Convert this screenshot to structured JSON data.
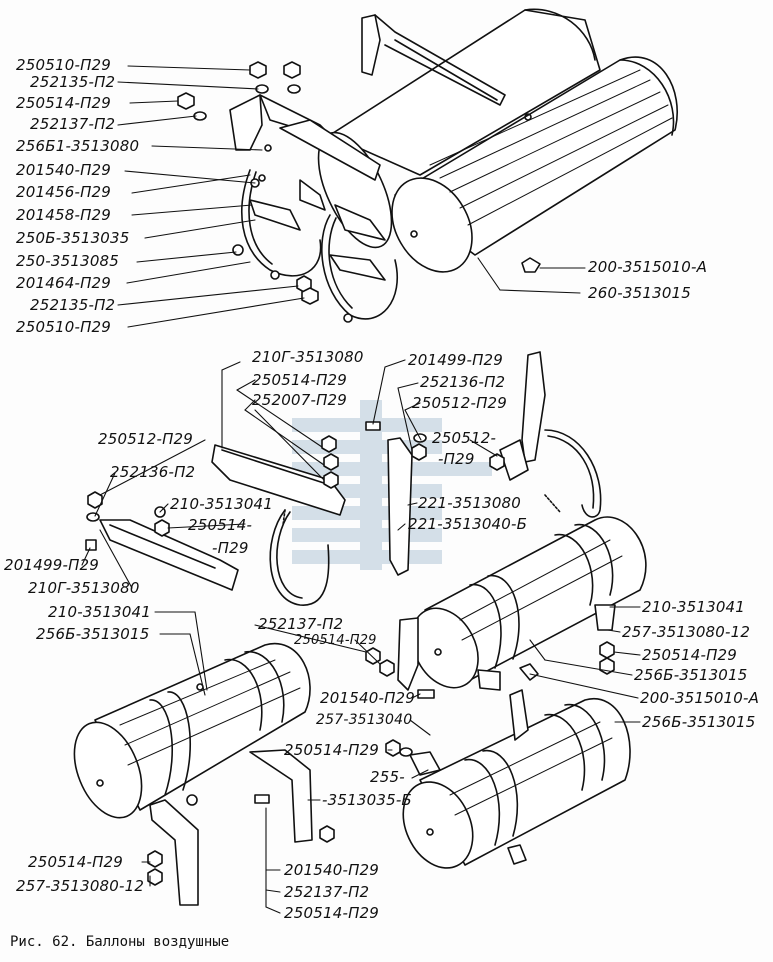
{
  "caption": "Рис. 62. Баллоны воздушные",
  "labels": {
    "l01": "250510-П29",
    "l02": "252135-П2",
    "l03": "250514-П29",
    "l04": "252137-П2",
    "l05": "256Б1-3513080",
    "l06": "201540-П29",
    "l07": "201456-П29",
    "l08": "201458-П29",
    "l09": "250Б-3513035",
    "l10": "250-3513085",
    "l11": "201464-П29",
    "l12": "252135-П2",
    "l13": "250510-П29",
    "l14": "200-3515010-А",
    "l15": "260-3513015",
    "l16": "210Г-3513080",
    "l17": "250514-П29",
    "l18": "252007-П29",
    "l19": "201499-П29",
    "l20": "252136-П2",
    "l21": "250512-П29",
    "l22": "250512-",
    "l23": "-П29",
    "l24": "250512-П29",
    "l25": "252136-П2",
    "l26": "210-3513041",
    "l27": "250514-",
    "l28": "-П29",
    "l29": "221-3513080",
    "l30": "221-3513040-Б",
    "l31": "201499-П29",
    "l32": "210Г-3513080",
    "l33": "210-3513041",
    "l34": "256Б-3513015",
    "l35": "252137-П2",
    "l36": "250514-П29",
    "l37": "210-3513041",
    "l38": "257-3513080-12",
    "l39": "250514-П29",
    "l40": "256Б-3513015",
    "l41": "200-3515010-А",
    "l42": "201540-П29",
    "l43": "257-3513040",
    "l44": "256Б-3513015",
    "l45": "250514-П29",
    "l46": "255-",
    "l47": "-3513035-Б",
    "l48": "250514-П29",
    "l49": "257-3513080-12",
    "l50": "201540-П29",
    "l51": "252137-П2",
    "l52": "250514-П29"
  }
}
